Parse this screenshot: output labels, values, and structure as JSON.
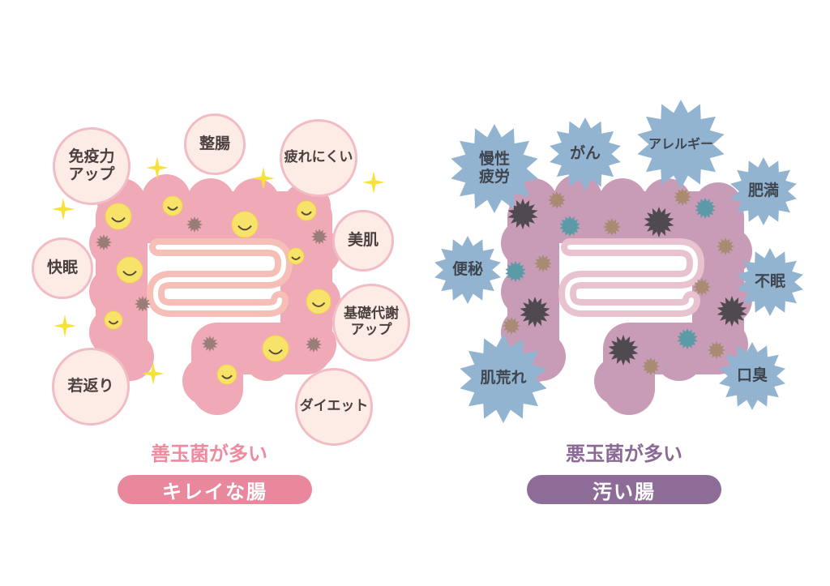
{
  "good_gut": {
    "benefits": [
      "免疫力\nアップ",
      "整腸",
      "疲れにくい",
      "美肌",
      "快眠",
      "基礎代謝\nアップ",
      "若返り",
      "ダイエット"
    ],
    "caption": "善玉菌が多い",
    "label": "キレイな腸",
    "color": "#e9879c"
  },
  "bad_gut": {
    "problems": [
      "慢性\n疲労",
      "がん",
      "アレルギー",
      "肥満",
      "便秘",
      "不眠",
      "肌荒れ",
      "口臭"
    ],
    "caption": "悪玉菌が多い",
    "label": "汚い腸",
    "color": "#8e6c98"
  }
}
